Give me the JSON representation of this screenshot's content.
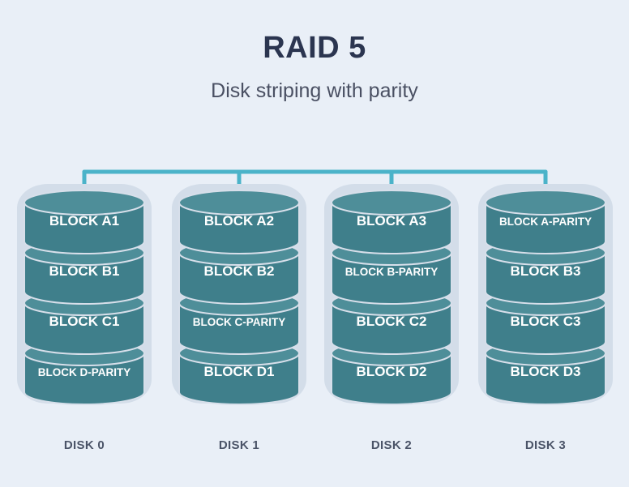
{
  "title": "RAID 5",
  "subtitle": "Disk striping with parity",
  "colors": {
    "background": "#e9eff7",
    "connector": "#4bb3c9",
    "block_top": "#4e8e99",
    "block_body": "#3f7f8b",
    "block_outline": "#d7dfea",
    "disk_shadow": "#d3dde9",
    "block_text": "#ffffff"
  },
  "disks": [
    {
      "label": "DISK 0",
      "blocks": [
        "BLOCK A1",
        "BLOCK B1",
        "BLOCK C1",
        "BLOCK D-PARITY"
      ]
    },
    {
      "label": "DISK 1",
      "blocks": [
        "BLOCK A2",
        "BLOCK B2",
        "BLOCK C-PARITY",
        "BLOCK D1"
      ]
    },
    {
      "label": "DISK 2",
      "blocks": [
        "BLOCK A3",
        "BLOCK B-PARITY",
        "BLOCK C2",
        "BLOCK D2"
      ]
    },
    {
      "label": "DISK 3",
      "blocks": [
        "BLOCK A-PARITY",
        "BLOCK B3",
        "BLOCK C3",
        "BLOCK D3"
      ]
    }
  ]
}
